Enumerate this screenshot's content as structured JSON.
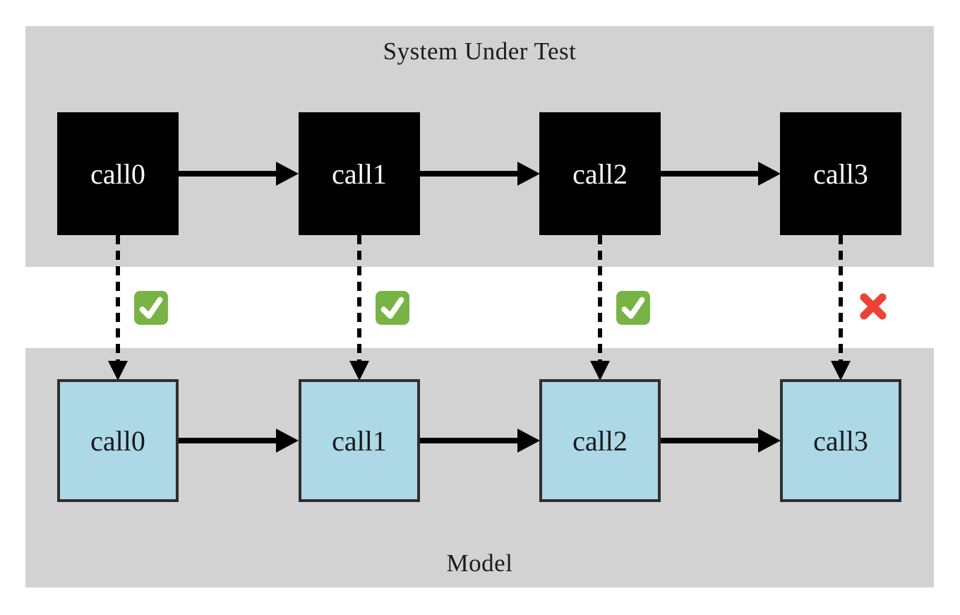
{
  "diagram": {
    "sut": {
      "title": "System Under Test",
      "nodes": [
        {
          "label": "call0"
        },
        {
          "label": "call1"
        },
        {
          "label": "call2"
        },
        {
          "label": "call3"
        }
      ]
    },
    "model": {
      "title": "Model",
      "nodes": [
        {
          "label": "call0"
        },
        {
          "label": "call1"
        },
        {
          "label": "call2"
        },
        {
          "label": "call3"
        }
      ]
    },
    "mappings": [
      {
        "from": "call0",
        "to": "call0",
        "status": "pass",
        "icon": "check-icon"
      },
      {
        "from": "call1",
        "to": "call1",
        "status": "pass",
        "icon": "check-icon"
      },
      {
        "from": "call2",
        "to": "call2",
        "status": "pass",
        "icon": "check-icon"
      },
      {
        "from": "call3",
        "to": "call3",
        "status": "fail",
        "icon": "cross-icon"
      }
    ],
    "colors": {
      "band_bg": "#d2d2d2",
      "sut_node_bg": "#000000",
      "sut_node_text": "#ffffff",
      "model_node_bg": "#add8e6",
      "model_node_border": "#2e2e2e",
      "model_node_text": "#17191c",
      "arrow": "#000000",
      "pass_green": "#77b345",
      "fail_red": "#ee4237"
    }
  }
}
